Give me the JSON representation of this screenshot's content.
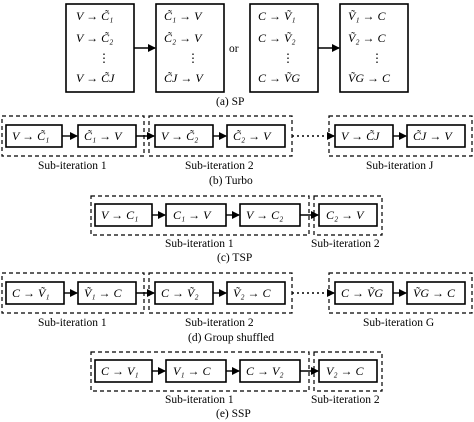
{
  "panels": {
    "sp": {
      "caption": "(a) SP",
      "or_label": "or",
      "box1": [
        "V → C̃₁",
        "V → C̃₂",
        "⋮",
        "V → C̃J"
      ],
      "box2": [
        "C̃₁ → V",
        "C̃₂ → V",
        "⋮",
        "C̃J → V"
      ],
      "box3": [
        "C → Ṽ₁",
        "C → Ṽ₂",
        "⋮",
        "C → ṼG"
      ],
      "box4": [
        "Ṽ₁ → C",
        "Ṽ₂ → C",
        "⋮",
        "ṼG → C"
      ]
    },
    "turbo": {
      "caption": "(b) Turbo",
      "boxes": [
        "V → C̃₁",
        "C̃₁ → V",
        "V → C̃₂",
        "C̃₂ → V",
        "V → C̃J",
        "C̃J → V"
      ],
      "group_labels": [
        "Sub-iteration 1",
        "Sub-iteration 2",
        "Sub-iteration J"
      ]
    },
    "tsp": {
      "caption": "(c) TSP",
      "boxes": [
        "V → C₁",
        "C₁ → V",
        "V → C₂",
        "C₂ → V"
      ],
      "group_labels": [
        "Sub-iteration 1",
        "Sub-iteration 2"
      ]
    },
    "group_shuffled": {
      "caption": "(d) Group shuffled",
      "boxes": [
        "C → Ṽ₁",
        "Ṽ₁ → C",
        "C → Ṽ₂",
        "Ṽ₂ → C",
        "C → ṼG",
        "ṼG → C"
      ],
      "group_labels": [
        "Sub-iteration 1",
        "Sub-iteration 2",
        "Sub-iteration G"
      ]
    },
    "ssp": {
      "caption": "(e) SSP",
      "boxes": [
        "C → V₁",
        "V₁ → C",
        "C → V₂",
        "V₂ → C"
      ],
      "group_labels": [
        "Sub-iteration 1",
        "Sub-iteration 2"
      ]
    }
  }
}
